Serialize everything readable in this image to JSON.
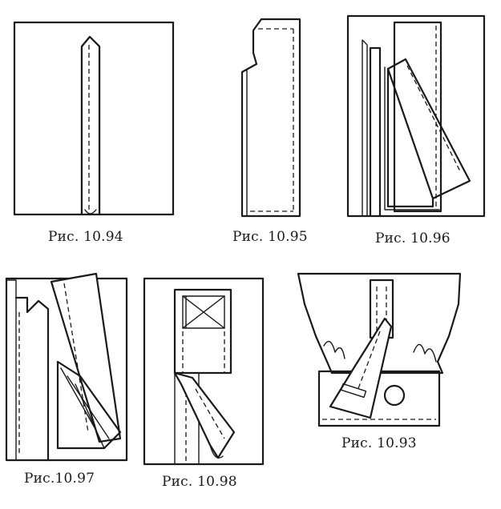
{
  "figures": [
    {
      "id": "10.94",
      "caption": "Рис. 10.94"
    },
    {
      "id": "10.95",
      "caption": "Рис. 10.95"
    },
    {
      "id": "10.96",
      "caption": "Рис. 10.96"
    },
    {
      "id": "10.97",
      "caption": "Рис.10.97"
    },
    {
      "id": "10.98",
      "caption": "Рис. 10.98"
    },
    {
      "id": "10.93",
      "caption": "Рис. 10.93"
    }
  ]
}
